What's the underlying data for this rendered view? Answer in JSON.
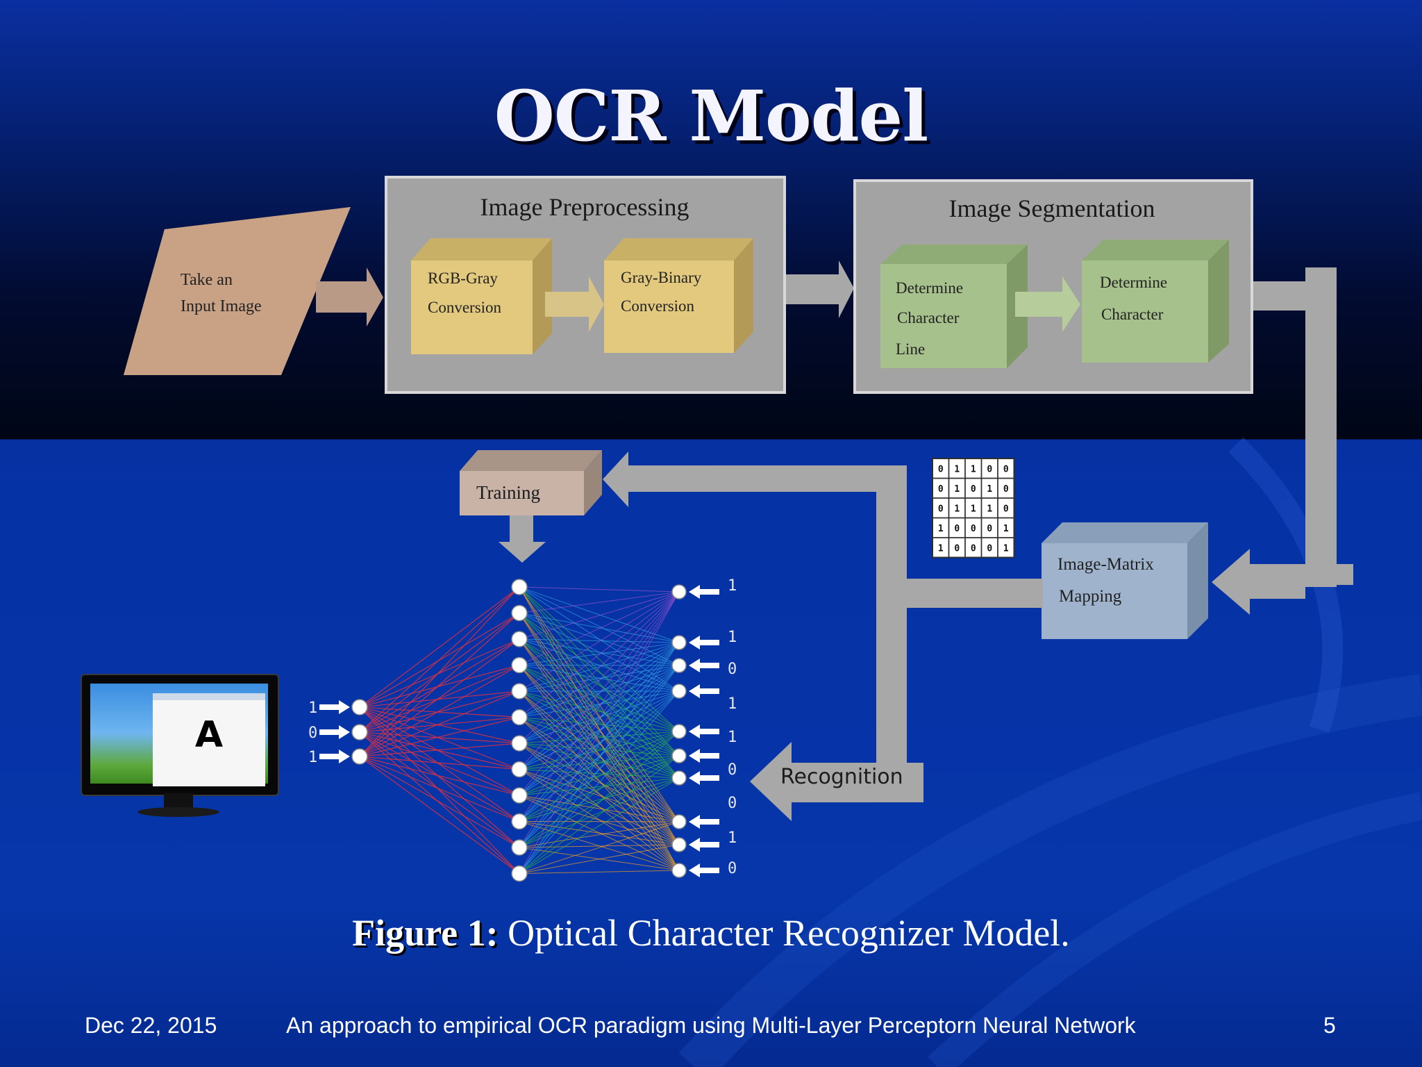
{
  "slide": {
    "title": "OCR Model",
    "caption_bold": "Figure 1:",
    "caption_text": " Optical Character Recognizer Model.",
    "footer_date": "Dec 22, 2015",
    "footer_text": "An approach to empirical OCR paradigm using Multi-Layer Perceptorn Neural Network",
    "footer_page": "5"
  },
  "diagram": {
    "input_block": {
      "line1": "Take an",
      "line2": "Input Image"
    },
    "preprocessing": {
      "title": "Image Preprocessing",
      "step1": {
        "line1": "RGB-Gray",
        "line2": "Conversion"
      },
      "step2": {
        "line1": "Gray-Binary",
        "line2": "Conversion"
      }
    },
    "segmentation": {
      "title": "Image Segmentation",
      "step1": {
        "line1": "Determine",
        "line2": "Character",
        "line3": "Line"
      },
      "step2": {
        "line1": "Determine",
        "line2": "Character"
      }
    },
    "mapping": {
      "line1": "Image-Matrix",
      "line2": "Mapping"
    },
    "training_label": "Training",
    "recognition_label": "Recognition",
    "monitor_letter": "A",
    "binary_matrix": [
      [
        0,
        1,
        1,
        0,
        0
      ],
      [
        0,
        1,
        0,
        1,
        0
      ],
      [
        0,
        1,
        1,
        1,
        0
      ],
      [
        1,
        0,
        0,
        0,
        1
      ],
      [
        1,
        0,
        0,
        0,
        1
      ]
    ],
    "input_bits": [
      "1",
      "0",
      "1"
    ],
    "output_bits": [
      "1",
      "1",
      "0",
      "1",
      "1",
      "0",
      "0",
      "1",
      "0"
    ]
  },
  "colors": {
    "input_block": "#c9a184",
    "preproc_cube": "#e2c97e",
    "seg_cube": "#a7c18c",
    "mapping_cube": "#9fb4cc",
    "training_cube": "#c8b3a6",
    "panel": "#a5a5a5",
    "arrow": "#a8a8a8"
  }
}
